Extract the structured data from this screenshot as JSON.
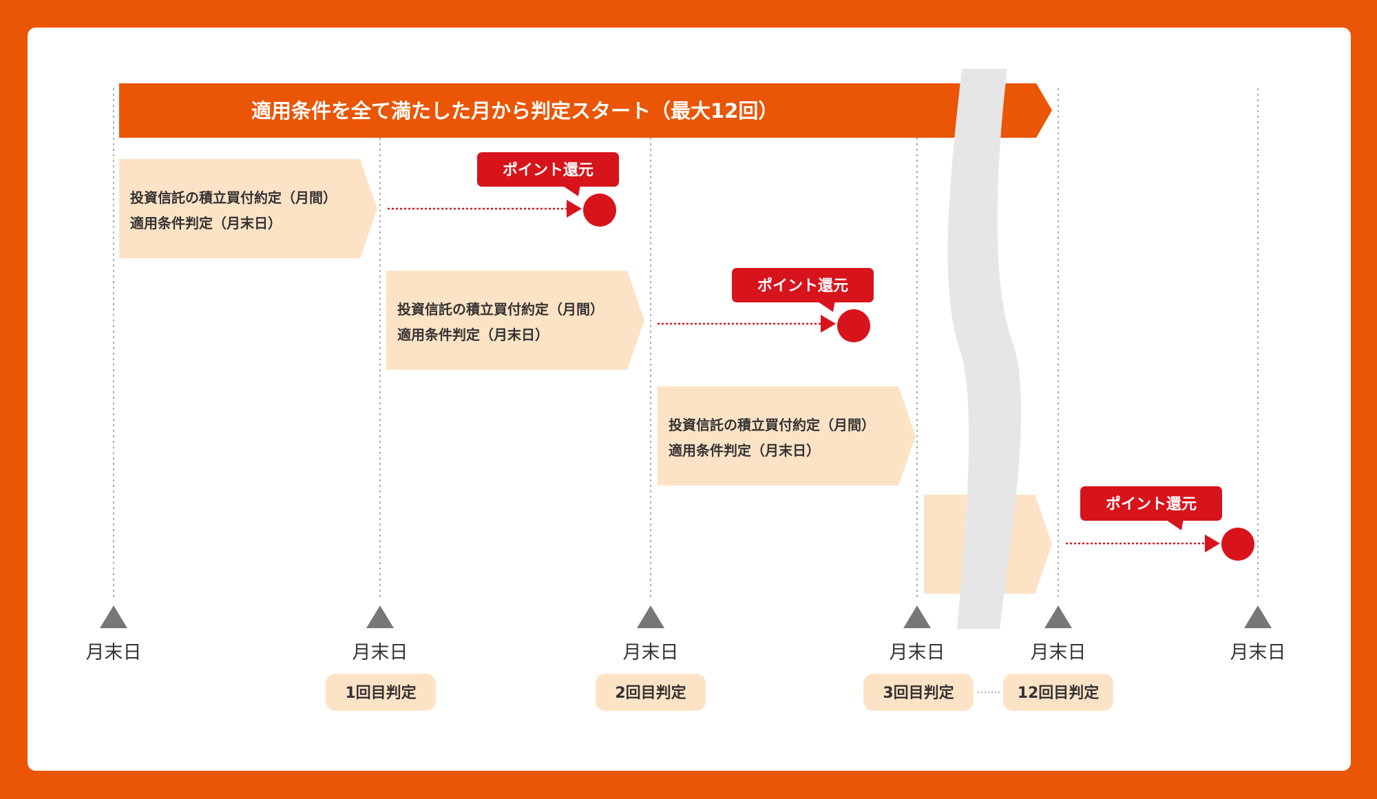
{
  "banner": {
    "text": "適用条件を全て満たした月から判定スタート（最大12回）"
  },
  "boxes": [
    {
      "line1": "投資信託の積立買付約定（月間）",
      "line2": "適用条件判定（月末日）"
    },
    {
      "line1": "投資信託の積立買付約定（月間）",
      "line2": "適用条件判定（月末日）"
    },
    {
      "line1": "投資信託の積立買付約定（月間）",
      "line2": "適用条件判定（月末日）"
    }
  ],
  "callouts": [
    "ポイント還元",
    "ポイント還元",
    "ポイント還元"
  ],
  "month_end_label": [
    "月末日",
    "月末日",
    "月末日",
    "月末日",
    "月末日",
    "月末日"
  ],
  "badges": [
    "1回目判定",
    "2回目判定",
    "3回目判定",
    "12回目判定"
  ],
  "colors": {
    "orange": "#ea5506",
    "pale": "#fde3c6",
    "red": "#d7141c",
    "gray": "#777777",
    "band": "#e6e6e6"
  }
}
